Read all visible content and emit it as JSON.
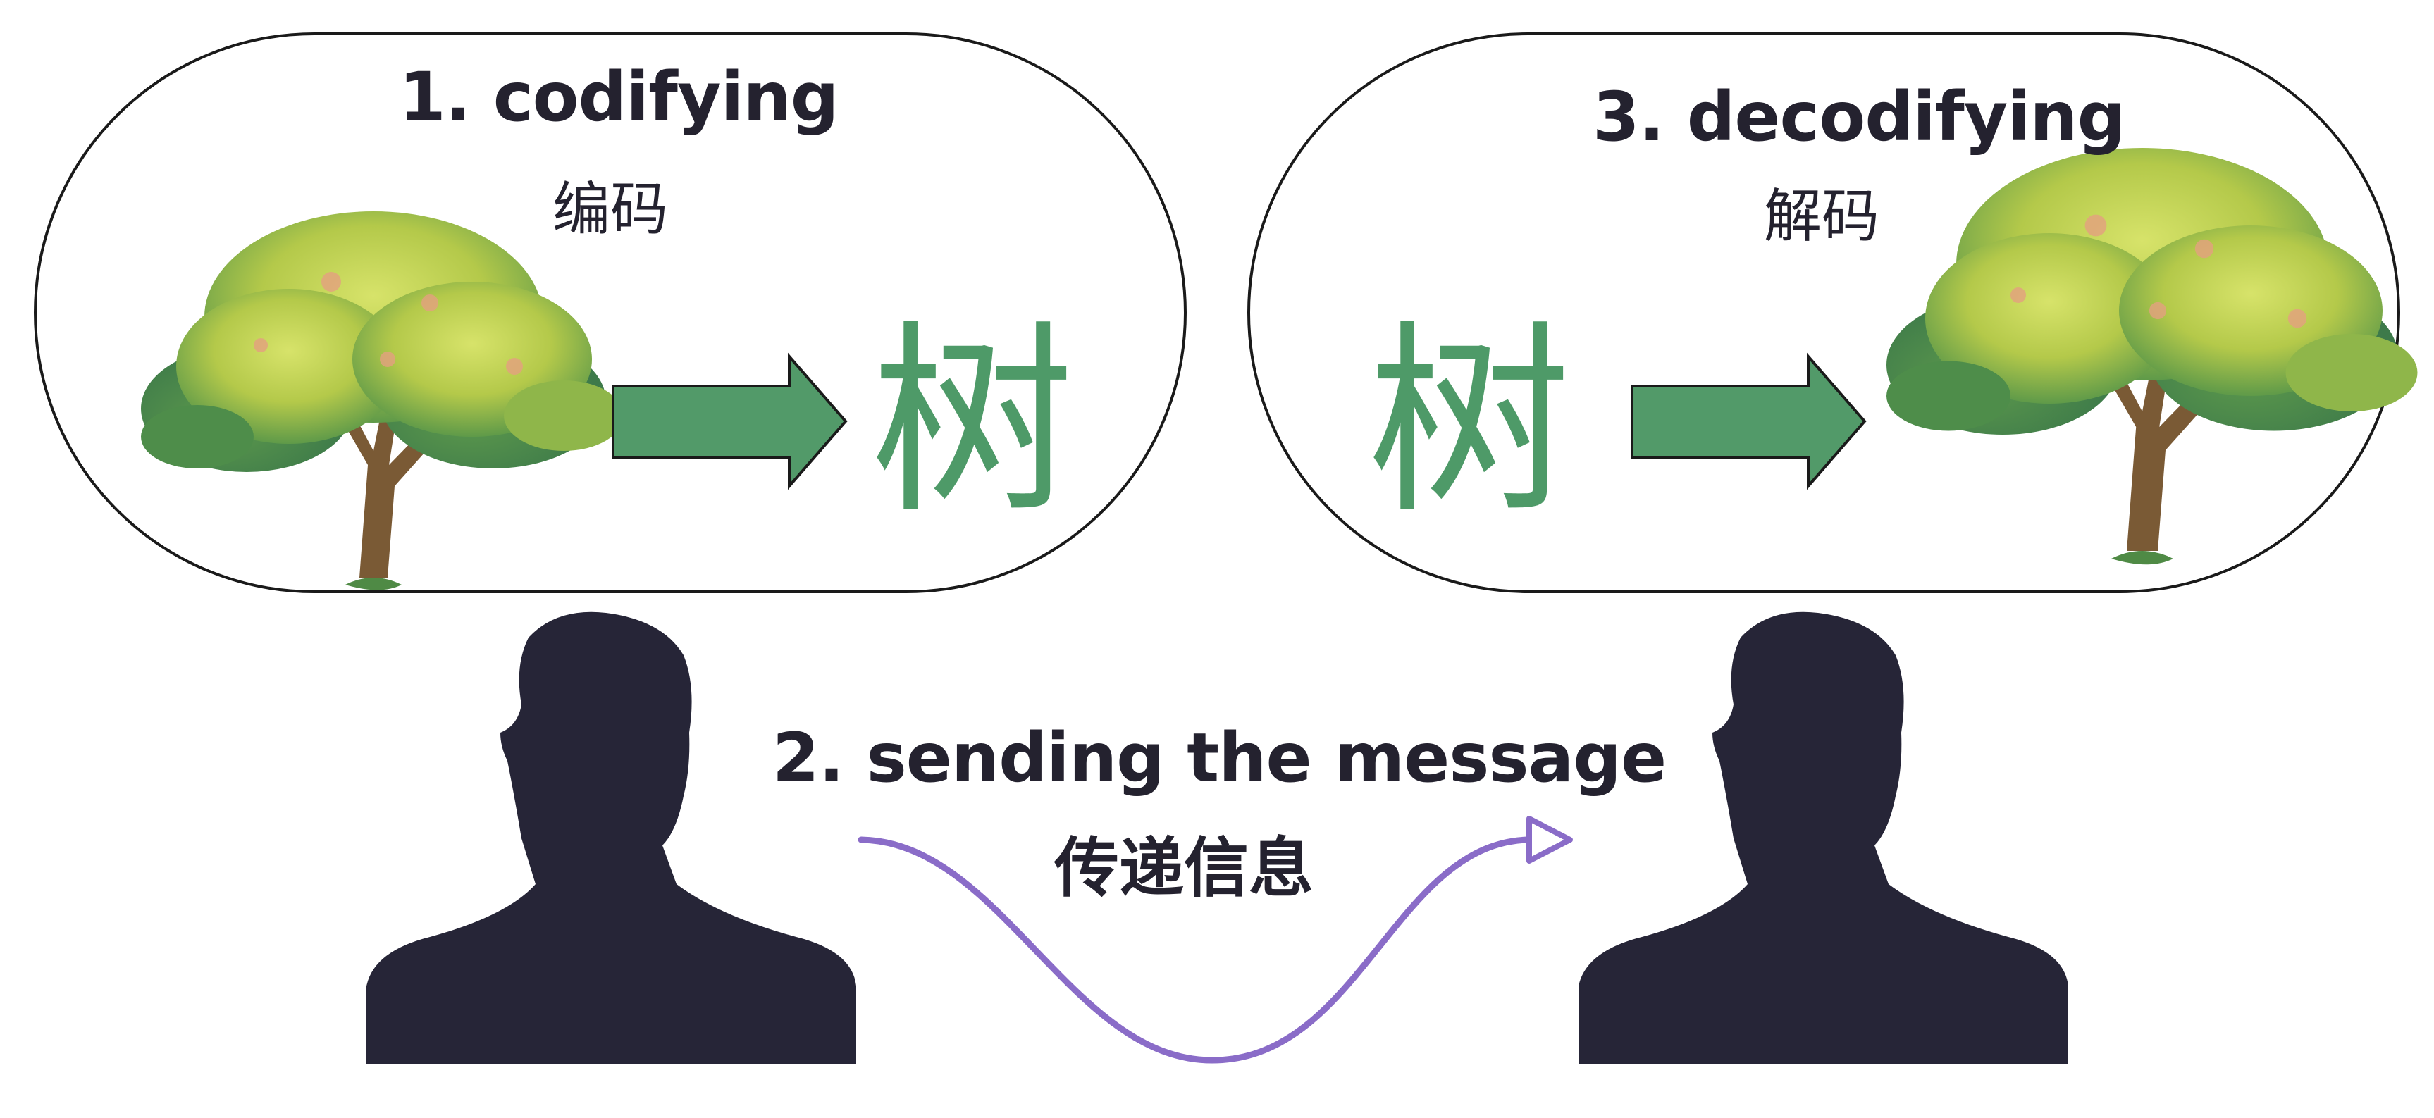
{
  "steps": {
    "codify": {
      "title": "1. codifying",
      "subtitle": "编码",
      "glyph": "树",
      "icon": "tree-icon"
    },
    "send": {
      "title": "2. sending the message",
      "subtitle": "传递信息"
    },
    "decodify": {
      "title": "3. decodifying",
      "subtitle": "解码",
      "glyph": "树",
      "icon": "tree-icon"
    }
  },
  "people": {
    "sender_icon": "person-silhouette-icon",
    "receiver_icon": "person-silhouette-icon"
  },
  "colors": {
    "arrow_fill": "#529a69",
    "glyph": "#4e9a68",
    "path": "#8a6cc8",
    "silhouette": "#262537",
    "outline": "#1a1a1a"
  }
}
